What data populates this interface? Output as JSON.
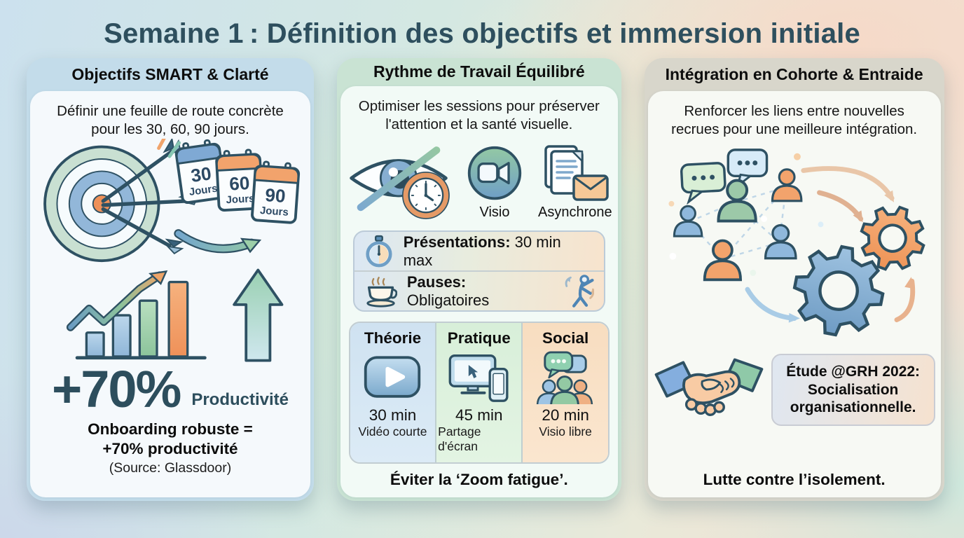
{
  "title": "Semaine 1 : Définition des objectifs et immersion initiale",
  "cards": [
    {
      "header": "Objectifs SMART & Clarté",
      "description": "Définir une feuille de route concrète pour les 30, 60, 90 jours.",
      "calendars": [
        {
          "value": "30",
          "unit": "Jours"
        },
        {
          "value": "60",
          "unit": "Jours"
        },
        {
          "value": "90",
          "unit": "Jours"
        }
      ],
      "stat": {
        "value": "+70%",
        "label": "Productivité"
      },
      "claim_line1": "Onboarding robuste =",
      "claim_line2": "+70% productivité",
      "source": "(Source: Glassdoor)"
    },
    {
      "header": "Rythme de Travail Équilibré",
      "description": "Optimiser les sessions pour préserver l'attention et la santé visuelle.",
      "modes": [
        {
          "label": "Visio"
        },
        {
          "label": "Asynchrone"
        }
      ],
      "rules": [
        {
          "label": "Présentations:",
          "value": "30 min max"
        },
        {
          "label": "Pauses:",
          "value": "Obligatoires"
        }
      ],
      "schedule": [
        {
          "header": "Théorie",
          "time": "30 min",
          "caption": "Vidéo courte"
        },
        {
          "header": "Pratique",
          "time": "45 min",
          "caption": "Partage d'écran"
        },
        {
          "header": "Social",
          "time": "20 min",
          "caption": "Visio libre"
        }
      ],
      "footer": "Éviter la ‘Zoom fatigue’."
    },
    {
      "header": "Intégration en Cohorte & Entraide",
      "description": "Renforcer les liens entre nouvelles recrues pour une meilleure intégration.",
      "study_note": "Étude @GRH 2022: Socialisation organisationnelle.",
      "footer": "Lutte contre l’isolement."
    }
  ],
  "colors": {
    "accent_teal": "#2e4f5e",
    "header_blue": "#c3dcea",
    "header_green": "#c9e3d3",
    "header_beige": "#d8d6cb",
    "orange": "#f2a36c",
    "blue": "#85aed2",
    "green": "#93c5a1"
  }
}
